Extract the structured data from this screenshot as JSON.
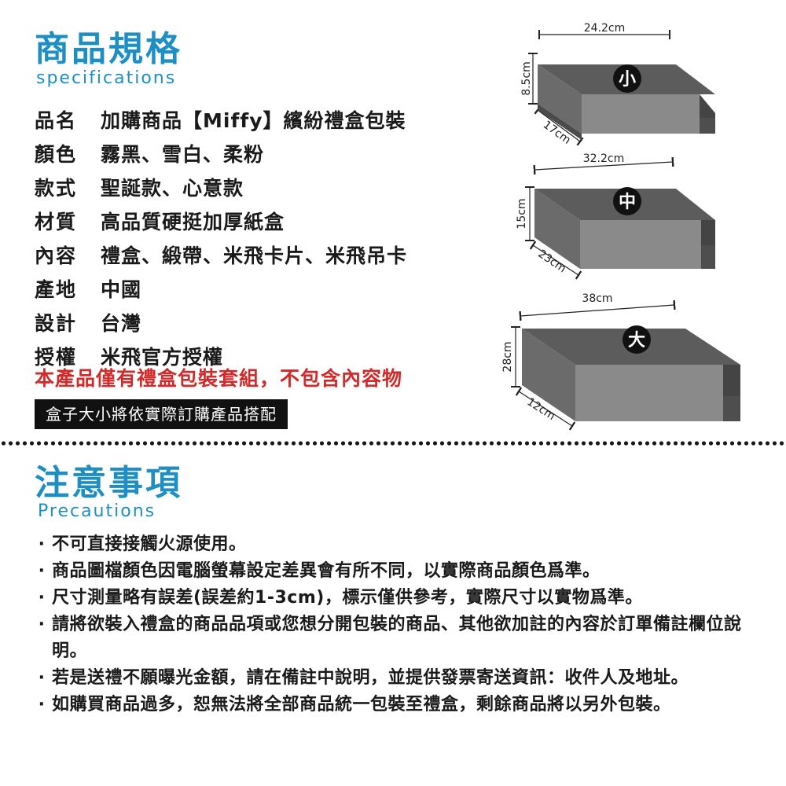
{
  "specs_section": {
    "title": "商品規格",
    "subtitle": "specifications",
    "rows": [
      {
        "label": "品名",
        "value": "加購商品【Miffy】繽紛禮盒包裝"
      },
      {
        "label": "顏色",
        "value": "霧黑、雪白、柔粉"
      },
      {
        "label": "款式",
        "value": "聖誕款、心意款"
      },
      {
        "label": "材質",
        "value": "高品質硬挺加厚紙盒"
      },
      {
        "label": "內容",
        "value": "禮盒、緞帶、米飛卡片、米飛吊卡"
      },
      {
        "label": "產地",
        "value": "中國"
      },
      {
        "label": "設計",
        "value": "台灣"
      },
      {
        "label": "授權",
        "value": "米飛官方授權"
      }
    ],
    "red_notice": "本產品僅有禮盒包裝套組，不包含內容物",
    "box_notice": "盒子大小將依實際訂購產品搭配"
  },
  "boxes": [
    {
      "size_label": "小",
      "width": "24.2cm",
      "height": "8.5cm",
      "depth": "17cm"
    },
    {
      "size_label": "中",
      "width": "32.2cm",
      "height": "15cm",
      "depth": "23cm"
    },
    {
      "size_label": "大",
      "width": "38cm",
      "height": "28cm",
      "depth": "12cm"
    }
  ],
  "precautions_section": {
    "title": "注意事項",
    "subtitle": "Precautions",
    "bullet": "·",
    "items": [
      "不可直接接觸火源使用。",
      "商品圖檔顏色因電腦螢幕設定差異會有所不同，以實際商品顏色爲準。",
      "尺寸測量略有誤差(誤差約1-3cm)，標示僅供參考，實際尺寸以實物爲準。",
      "請將欲裝入禮盒的商品品項或您想分開包裝的商品、其他欲加註的內容於訂單備註欄位說明。",
      "若是送禮不願曝光金額，請在備註中說明，並提供發票寄送資訊：收件人及地址。",
      "如購買商品過多，恕無法將全部商品統一包裝至禮盒，剩餘商品將以另外包裝。"
    ]
  },
  "colors": {
    "accent": "#1d8fc4",
    "warning": "#d22a2a",
    "box_top": "#5a5a5a",
    "box_side": "#7a7a7a"
  }
}
